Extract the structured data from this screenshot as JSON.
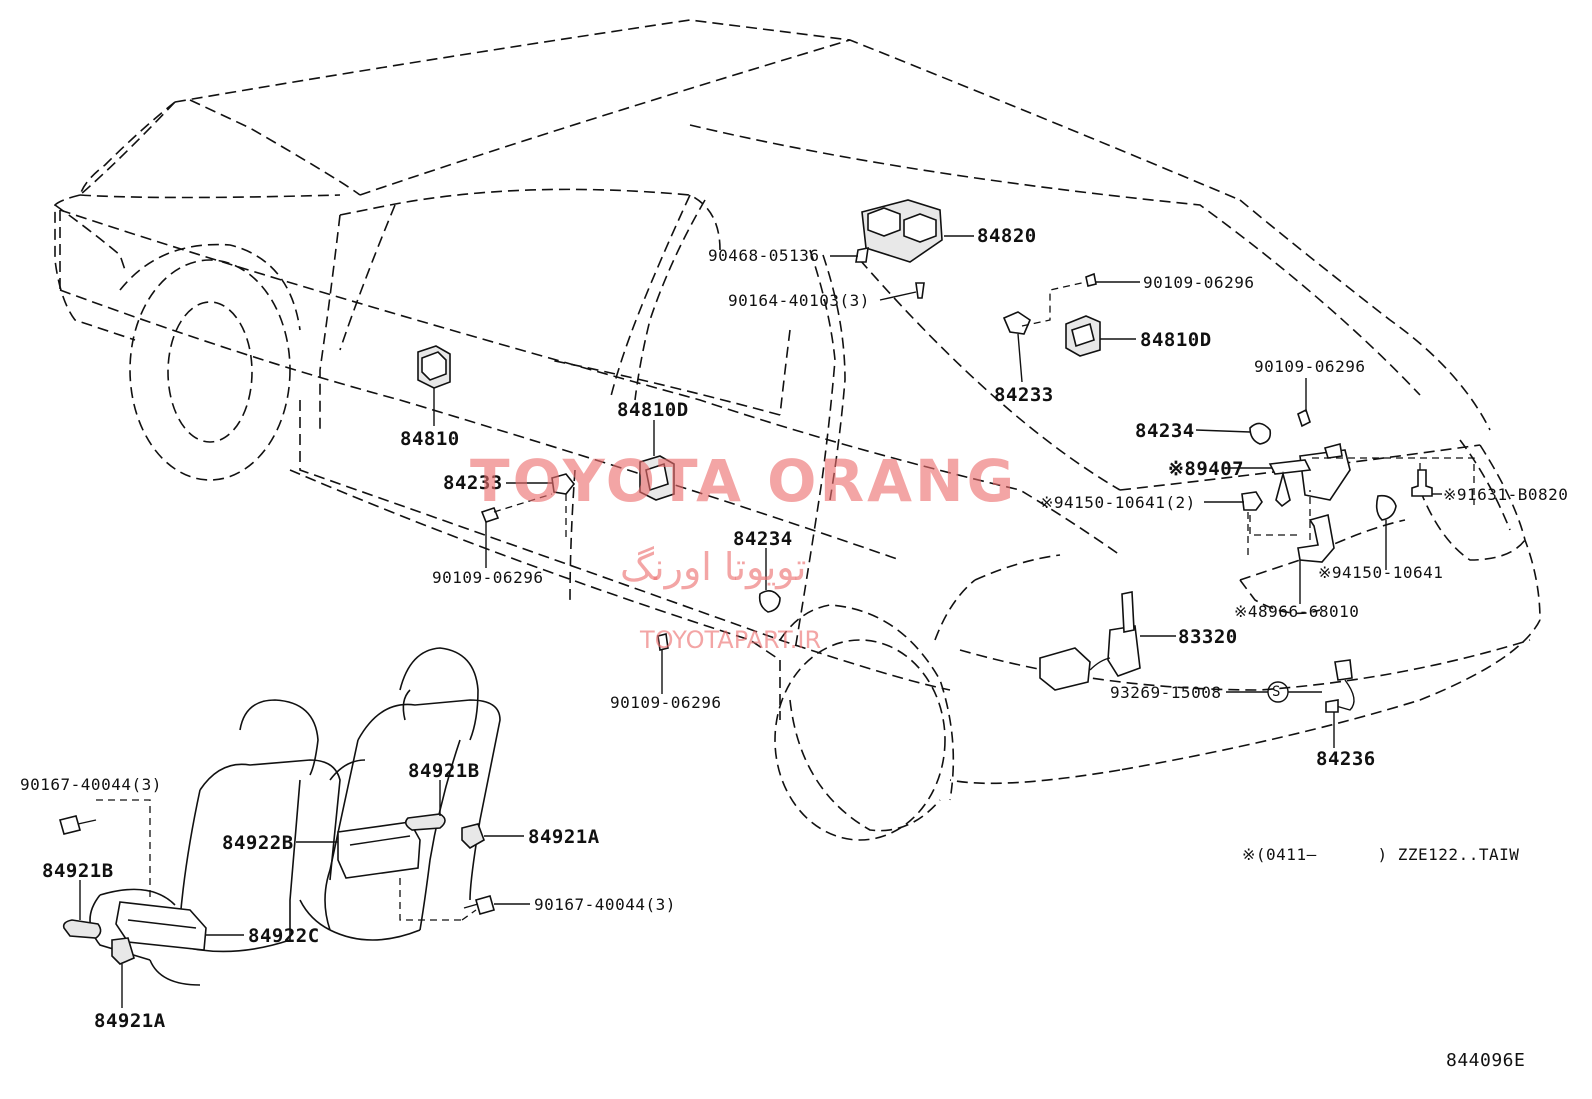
{
  "labels": {
    "p84820": "84820",
    "p90468": "90468-05136",
    "p90164": "90164-40103(3)",
    "p90109_a": "90109-06296",
    "p84810D_a": "84810D",
    "p84233_a": "84233",
    "p90109_b": "90109-06296",
    "p84234_a": "84234",
    "p89407": "※89407",
    "p94150_2": "※94150-10641(2)",
    "p91631": "※91631-B0820",
    "p94150": "※94150-10641",
    "p48966": "※48966-68010",
    "p83320": "83320",
    "p93269": "93269-15008",
    "p84236": "84236",
    "p84810": "84810",
    "p84810D_b": "84810D",
    "p84233_b": "84233",
    "p90109_c": "90109-06296",
    "p84234_b": "84234",
    "p90109_d": "90109-06296",
    "p90167_a": "90167-40044(3)",
    "p84921B_a": "84921B",
    "p84922B": "84922B",
    "p84921A_a": "84921A",
    "p84921B_b": "84921B",
    "p90167_b": "90167-40044(3)",
    "p84922C": "84922C",
    "p84921A_b": "84921A"
  },
  "note": "※(0411—      ) ZZE122..TAIW",
  "circle_mark": "S",
  "diagram_id": "844096E",
  "watermark": {
    "line1": "TOYOTA ORANG",
    "line2": "تویوتا اورنگ",
    "line3": "TOYOTAPART.IR"
  },
  "colors": {
    "watermark": "#eb6e6e",
    "lines": "#111111"
  }
}
